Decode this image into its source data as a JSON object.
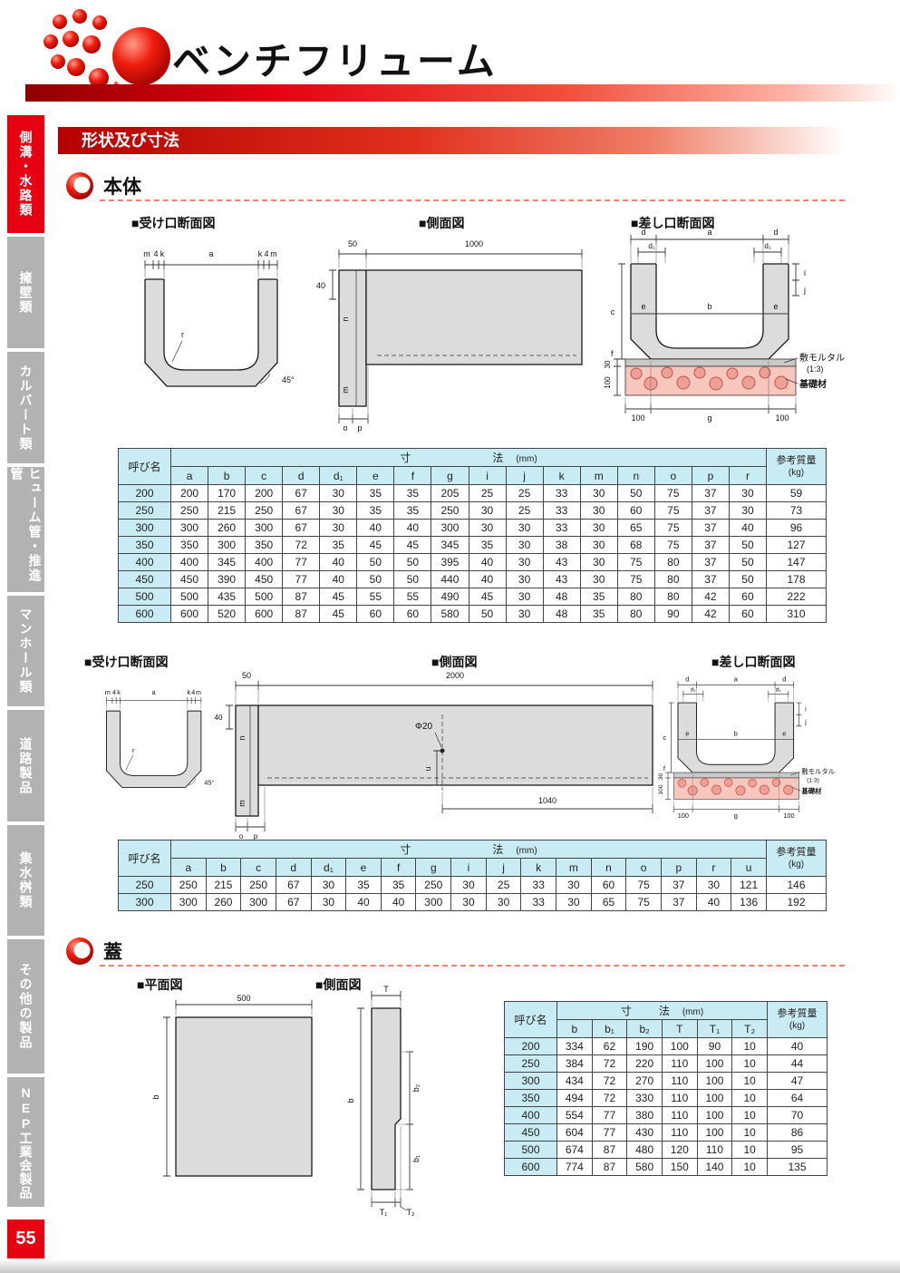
{
  "header": {
    "title": "ベンチフリューム"
  },
  "section_bar": {
    "label": "形状及び寸法"
  },
  "sidebar": {
    "items": [
      {
        "label": "側溝・水路類"
      },
      {
        "label": "擁壁類"
      },
      {
        "label": "カルバート類"
      },
      {
        "label": "ヒューム管・推進管"
      },
      {
        "label": "マンホール類"
      },
      {
        "label": "道路製品"
      },
      {
        "label": "集水桝類"
      },
      {
        "label": "その他の製品"
      },
      {
        "label": "NEP工業会製品"
      }
    ],
    "page_number": "55"
  },
  "headings": {
    "body": "本体",
    "lid": "蓋"
  },
  "diagrams": {
    "d1u": {
      "title": "■受け口断面図",
      "m1": "m",
      "f1": "4",
      "k1": "k",
      "a": "a",
      "k2": "k",
      "f2": "4",
      "m2": "m",
      "r": "r",
      "deg": "45°"
    },
    "d1s": {
      "title": "■側面図",
      "dim50": "50",
      "dim1000": "1000",
      "dim40": "40",
      "n": "n",
      "m": "m",
      "o": "o",
      "p": "p"
    },
    "d1i": {
      "title": "■差し口断面図",
      "d_l": "d",
      "a": "a",
      "d_r": "d",
      "d1_l": "d₁",
      "d1_r": "d₁",
      "c": "c",
      "e_l": "e",
      "b": "b",
      "e_r": "e",
      "f": "f",
      "i": "i",
      "j": "j",
      "mortar": "敷モルタル",
      "ratio": "(1:3)",
      "base": "基礎材",
      "dim30": "30",
      "dim100": "100",
      "dim100l": "100",
      "g": "g",
      "dim100r": "100"
    },
    "d2u": {
      "title": "■受け口断面図",
      "m1": "m",
      "f1": "4",
      "k1": "k",
      "a": "a",
      "k2": "k",
      "f2": "4",
      "m2": "m",
      "r": "r",
      "deg": "45°"
    },
    "d2s": {
      "title": "■側面図",
      "dim50": "50",
      "dim2000": "2000",
      "dim40": "40",
      "n": "n",
      "phi": "Φ20",
      "u": "u",
      "m": "m",
      "o": "o",
      "p": "p",
      "dim1040": "1040"
    },
    "d2i": {
      "title": "■差し口断面図",
      "d_l": "d",
      "a": "a",
      "d_r": "d",
      "d1_l": "d₁",
      "d1_r": "d₁",
      "c": "c",
      "e_l": "e",
      "b": "b",
      "e_r": "e",
      "f": "f",
      "i": "i",
      "j": "j",
      "mortar": "敷モルタル",
      "ratio": "(1:3)",
      "base": "基礎材",
      "dim30": "30",
      "dim100": "100",
      "dim100l": "100",
      "g": "g",
      "dim100r": "100"
    },
    "d3p": {
      "title": "■平面図",
      "dim500": "500",
      "b": "b"
    },
    "d3s": {
      "title": "■側面図",
      "T": "T",
      "b": "b",
      "b2": "b₂",
      "b1": "b₁",
      "T1": "T₁",
      "T2": "T₂"
    }
  },
  "tables": {
    "t1": {
      "header": {
        "name": "呼び名",
        "dim": "寸",
        "dim2": "法",
        "unit": "(mm)",
        "w1": "参考質量",
        "w2": "(kg)"
      },
      "cols": [
        "a",
        "b",
        "c",
        "d",
        "d₁",
        "e",
        "f",
        "g",
        "i",
        "j",
        "k",
        "m",
        "n",
        "o",
        "p",
        "r"
      ],
      "rows": [
        {
          "name": "200",
          "dims": [
            200,
            170,
            200,
            67,
            30,
            35,
            35,
            205,
            25,
            25,
            33,
            30,
            50,
            75,
            37,
            30
          ],
          "wt": 59
        },
        {
          "name": "250",
          "dims": [
            250,
            215,
            250,
            67,
            30,
            35,
            35,
            250,
            30,
            25,
            33,
            30,
            60,
            75,
            37,
            30
          ],
          "wt": 73
        },
        {
          "name": "300",
          "dims": [
            300,
            260,
            300,
            67,
            30,
            40,
            40,
            300,
            30,
            30,
            33,
            30,
            65,
            75,
            37,
            40
          ],
          "wt": 96
        },
        {
          "name": "350",
          "dims": [
            350,
            300,
            350,
            72,
            35,
            45,
            45,
            345,
            35,
            30,
            38,
            30,
            68,
            75,
            37,
            50
          ],
          "wt": 127
        },
        {
          "name": "400",
          "dims": [
            400,
            345,
            400,
            77,
            40,
            50,
            50,
            395,
            40,
            30,
            43,
            30,
            75,
            80,
            37,
            50
          ],
          "wt": 147
        },
        {
          "name": "450",
          "dims": [
            450,
            390,
            450,
            77,
            40,
            50,
            50,
            440,
            40,
            30,
            43,
            30,
            75,
            80,
            37,
            50
          ],
          "wt": 178
        },
        {
          "name": "500",
          "dims": [
            500,
            435,
            500,
            87,
            45,
            55,
            55,
            490,
            45,
            30,
            48,
            35,
            80,
            80,
            42,
            60
          ],
          "wt": 222
        },
        {
          "name": "600",
          "dims": [
            600,
            520,
            600,
            87,
            45,
            60,
            60,
            580,
            50,
            30,
            48,
            35,
            80,
            90,
            42,
            60
          ],
          "wt": 310
        }
      ]
    },
    "t2": {
      "header": {
        "name": "呼び名",
        "dim": "寸",
        "dim2": "法",
        "unit": "(mm)",
        "w1": "参考質量",
        "w2": "(kg)"
      },
      "cols": [
        "a",
        "b",
        "c",
        "d",
        "d₁",
        "e",
        "f",
        "g",
        "i",
        "j",
        "k",
        "m",
        "n",
        "o",
        "p",
        "r",
        "u"
      ],
      "rows": [
        {
          "name": "250",
          "dims": [
            250,
            215,
            250,
            67,
            30,
            35,
            35,
            250,
            30,
            25,
            33,
            30,
            60,
            75,
            37,
            30,
            121
          ],
          "wt": 146
        },
        {
          "name": "300",
          "dims": [
            300,
            260,
            300,
            67,
            30,
            40,
            40,
            300,
            30,
            30,
            33,
            30,
            65,
            75,
            37,
            40,
            136
          ],
          "wt": 192
        }
      ]
    },
    "t3": {
      "header": {
        "name": "呼び名",
        "dim": "寸",
        "dim2": "法",
        "unit": "(mm)",
        "w1": "参考質量",
        "w2": "(kg)"
      },
      "cols": [
        "b",
        "b₁",
        "b₂",
        "T",
        "T₁",
        "T₂"
      ],
      "rows": [
        {
          "name": "200",
          "dims": [
            334,
            62,
            190,
            100,
            90,
            10
          ],
          "wt": 40
        },
        {
          "name": "250",
          "dims": [
            384,
            72,
            220,
            110,
            100,
            10
          ],
          "wt": 44
        },
        {
          "name": "300",
          "dims": [
            434,
            72,
            270,
            110,
            100,
            10
          ],
          "wt": 47
        },
        {
          "name": "350",
          "dims": [
            494,
            72,
            330,
            110,
            100,
            10
          ],
          "wt": 64
        },
        {
          "name": "400",
          "dims": [
            554,
            77,
            380,
            110,
            100,
            10
          ],
          "wt": 70
        },
        {
          "name": "450",
          "dims": [
            604,
            77,
            430,
            110,
            100,
            10
          ],
          "wt": 86
        },
        {
          "name": "500",
          "dims": [
            674,
            87,
            480,
            120,
            110,
            10
          ],
          "wt": 95
        },
        {
          "name": "600",
          "dims": [
            774,
            87,
            580,
            150,
            140,
            10
          ],
          "wt": 135
        }
      ]
    }
  }
}
